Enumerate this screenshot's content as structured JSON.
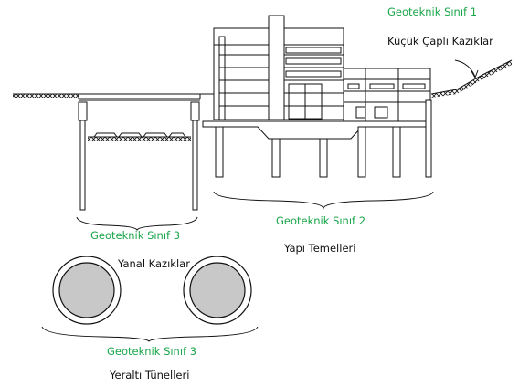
{
  "labels": {
    "geo_class_1": "Geoteknik Sınıf 1",
    "micro_piles": "Küçük Çaplı Kazıklar",
    "geo_class_2": "Geoteknik Sınıf 2",
    "building_foundations": "Yapı Temelleri",
    "geo_class_3_upper": "Geoteknik Sınıf 3",
    "lateral_piles": "Yanal Kazıklar",
    "geo_class_3_lower": "Geoteknik Sınıf 3",
    "tunnels": "Yeraltı Tünelleri"
  },
  "colors": {
    "accent_green": "#1aa64a",
    "line": "#111111",
    "tunnel_fill": "#c8c8c8"
  }
}
